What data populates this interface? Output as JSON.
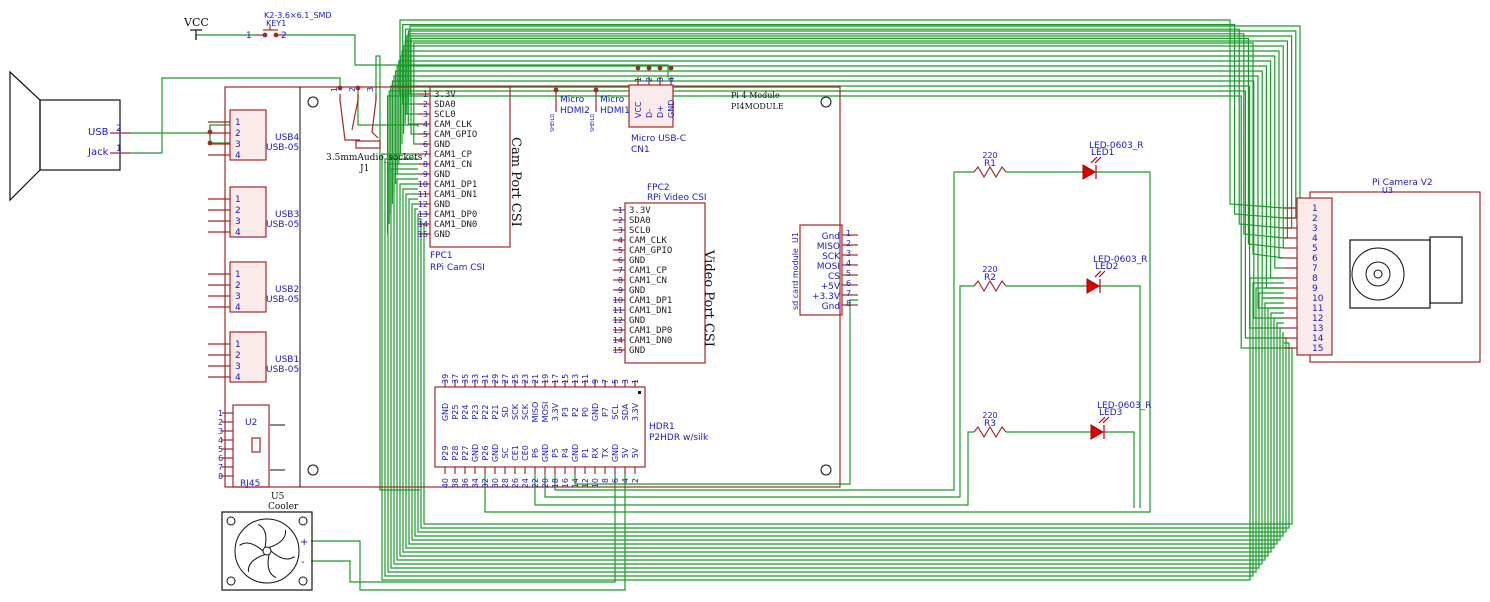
{
  "labels": {
    "vcc": "VCC",
    "key_part": "K2-3.6×6.1_SMD",
    "key_ref": "KEY1",
    "key_pin1": "1",
    "key_pin2": "2",
    "speaker_usb": "USB",
    "speaker_jack": "Jack",
    "speaker_pin2": "2",
    "speaker_pin1": "1",
    "audio_name": "3.5mmAudio_sockets",
    "audio_ref": "J1",
    "audio_pins": [
      "1",
      "2",
      "3"
    ],
    "hdmi2": "Micro HDMI2",
    "hdmi1": "Micro HDMI1",
    "shield": "SHEILD",
    "usbc_name": "Micro USB-C",
    "usbc_ref": "CN1",
    "usbc_pins": [
      "VCC",
      "D-",
      "D+",
      "GND"
    ],
    "usbc_pin_numbers": [
      "1",
      "2",
      "3",
      "4"
    ],
    "pi_module": "Pi 4 Module",
    "pi_module_part": "PI4MODULE",
    "cam_port": "Cam Port CSI",
    "video_port": "Video Port CSI",
    "fpc1_ref": "FPC1",
    "fpc1_name": "RPi Cam CSI",
    "fpc2_ref": "FPC2",
    "fpc2_name": "RPi Video CSI",
    "u2_ref": "U2",
    "rj45": "RJ45",
    "u5_ref": "U5",
    "u5_name": "Cooler",
    "hdr1_ref": "HDR1",
    "hdr1_name": "P2HDR w/silk",
    "u1_ref": "U1",
    "sd_name": "sd card module",
    "camera_name": "Pi Camera V2",
    "camera_ref": "U3"
  },
  "usb_ports": [
    {
      "ref": "USB4",
      "part": "USB-05",
      "pins": [
        "1",
        "2",
        "3",
        "4"
      ]
    },
    {
      "ref": "USB3",
      "part": "USB-05",
      "pins": [
        "1",
        "2",
        "3",
        "4"
      ]
    },
    {
      "ref": "USB2",
      "part": "USB-05",
      "pins": [
        "1",
        "2",
        "3",
        "4"
      ]
    },
    {
      "ref": "USB1",
      "part": "USB-05",
      "pins": [
        "1",
        "2",
        "3",
        "4"
      ]
    }
  ],
  "csi_pins": [
    "3.3V",
    "SDA0",
    "SCL0",
    "CAM_CLK",
    "CAM_GPIO",
    "GND",
    "CAM1_CP",
    "CAM1_CN",
    "GND",
    "CAM1_DP1",
    "CAM1_DN1",
    "GND",
    "CAM1_DP0",
    "CAM1_DN0",
    "GND"
  ],
  "csi_pin_numbers": [
    "1",
    "2",
    "3",
    "4",
    "5",
    "6",
    "7",
    "8",
    "9",
    "10",
    "11",
    "12",
    "13",
    "14",
    "15"
  ],
  "rj45_pins": [
    "1",
    "2",
    "3",
    "4",
    "5",
    "6",
    "7",
    "8"
  ],
  "fan_pins": [
    "+",
    "-"
  ],
  "hdr_top": [
    {
      "num": "39",
      "name": "GND"
    },
    {
      "num": "37",
      "name": "P25"
    },
    {
      "num": "35",
      "name": "P24"
    },
    {
      "num": "33",
      "name": "P23"
    },
    {
      "num": "31",
      "name": "P22"
    },
    {
      "num": "29",
      "name": "P21"
    },
    {
      "num": "27",
      "name": "SD"
    },
    {
      "num": "25",
      "name": "SCK"
    },
    {
      "num": "23",
      "name": "SCK"
    },
    {
      "num": "21",
      "name": "MISO"
    },
    {
      "num": "19",
      "name": "MOSI"
    },
    {
      "num": "17",
      "name": "3.3V"
    },
    {
      "num": "15",
      "name": "P3"
    },
    {
      "num": "13",
      "name": "P2"
    },
    {
      "num": "11",
      "name": "P0"
    },
    {
      "num": "9",
      "name": "GND"
    },
    {
      "num": "7",
      "name": "P7"
    },
    {
      "num": "5",
      "name": "SCL"
    },
    {
      "num": "3",
      "name": "SDA"
    },
    {
      "num": "1",
      "name": "3.3V"
    }
  ],
  "hdr_bottom": [
    {
      "num": "40",
      "name": "P29"
    },
    {
      "num": "38",
      "name": "P28"
    },
    {
      "num": "36",
      "name": "P27"
    },
    {
      "num": "34",
      "name": "GND"
    },
    {
      "num": "32",
      "name": "P26"
    },
    {
      "num": "30",
      "name": "GND"
    },
    {
      "num": "28",
      "name": "SC"
    },
    {
      "num": "26",
      "name": "CE1"
    },
    {
      "num": "24",
      "name": "CE0"
    },
    {
      "num": "22",
      "name": "P6"
    },
    {
      "num": "20",
      "name": "GND"
    },
    {
      "num": "18",
      "name": "P5"
    },
    {
      "num": "16",
      "name": "P4"
    },
    {
      "num": "14",
      "name": "GND"
    },
    {
      "num": "12",
      "name": "P1"
    },
    {
      "num": "10",
      "name": "RX"
    },
    {
      "num": "8",
      "name": "TX"
    },
    {
      "num": "6",
      "name": "GND"
    },
    {
      "num": "4",
      "name": "5V"
    },
    {
      "num": "2",
      "name": "5V"
    }
  ],
  "sd_pins": [
    {
      "num": "1",
      "name": "Gnd"
    },
    {
      "num": "2",
      "name": "MISO"
    },
    {
      "num": "3",
      "name": "SCK"
    },
    {
      "num": "4",
      "name": "MOSI"
    },
    {
      "num": "5",
      "name": "CS"
    },
    {
      "num": "6",
      "name": "+5V"
    },
    {
      "num": "7",
      "name": "+3.3V"
    },
    {
      "num": "8",
      "name": "Gnd"
    }
  ],
  "resistors": [
    {
      "ref": "R1",
      "value": "220"
    },
    {
      "ref": "R2",
      "value": "220"
    },
    {
      "ref": "R3",
      "value": "220"
    }
  ],
  "leds": [
    {
      "ref": "LED1",
      "part": "LED-0603_R"
    },
    {
      "ref": "LED2",
      "part": "LED-0603_R"
    },
    {
      "ref": "LED3",
      "part": "LED-0603_R"
    }
  ],
  "camera_pins": [
    "1",
    "2",
    "3",
    "4",
    "5",
    "6",
    "7",
    "8",
    "9",
    "10",
    "11",
    "12",
    "13",
    "14",
    "15"
  ],
  "colors": {
    "wire": "#1a9a2a",
    "component": "#a02828",
    "text": "#1a1ab8",
    "fill": "#fbeaea",
    "led": "#e00000"
  }
}
